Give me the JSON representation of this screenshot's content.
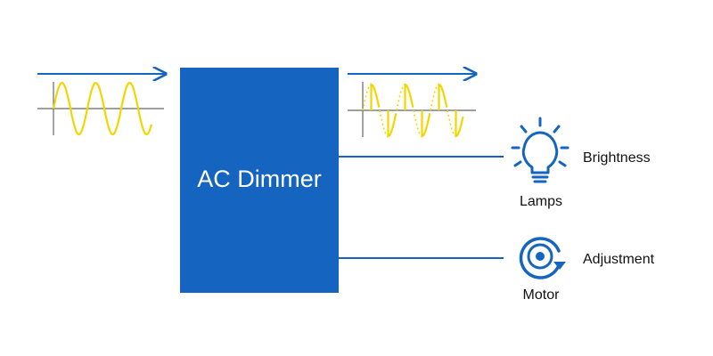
{
  "dimmer": {
    "label": "AC Dimmer"
  },
  "outputs": {
    "lamps": {
      "label": "Lamps",
      "function": "Brightness",
      "icon": "lightbulb-icon"
    },
    "motor": {
      "label": "Motor",
      "function": "Adjustment",
      "icon": "motor-rotation-icon"
    }
  },
  "colors": {
    "block": "#1565C0",
    "line": "#1565C0",
    "wave": "#F2D600",
    "axis": "#666666",
    "text": "#111111"
  }
}
